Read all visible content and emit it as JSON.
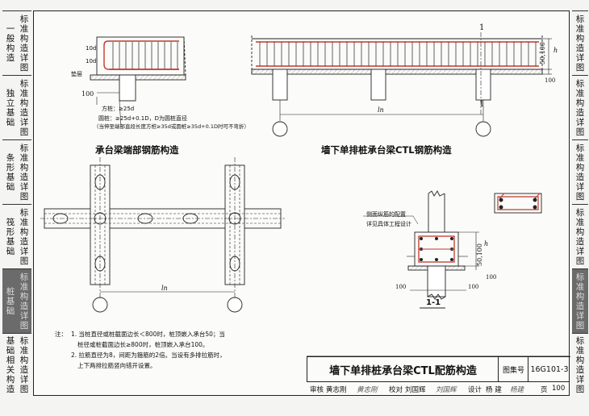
{
  "left_tabs": [
    {
      "col1": "一般构造",
      "col2": "标准构造详图",
      "active": false
    },
    {
      "col1": "独立基础",
      "col2": "标准构造详图",
      "active": false
    },
    {
      "col1": "条形基础",
      "col2": "标准构造详图",
      "active": false
    },
    {
      "col1": "筏形基础",
      "col2": "标准构造详图",
      "active": false
    },
    {
      "col1": "桩基础",
      "col2": "标准构造详图",
      "active": true
    },
    {
      "col1": "基础相关构造",
      "col2": "标准构造详图",
      "active": false
    }
  ],
  "right_tabs": [
    {
      "label": "标准构造详图",
      "active": false
    },
    {
      "label": "标准构造详图",
      "active": false
    },
    {
      "label": "标准构造详图",
      "active": false
    },
    {
      "label": "标准构造详图",
      "active": false
    },
    {
      "label": "标准构造详图",
      "active": true
    },
    {
      "label": "标准构造详图",
      "active": false
    }
  ],
  "drawing": {
    "heading_end": "承台梁端部钢筋构造",
    "heading_single": "墙下单排桩承台梁CTL钢筋构造",
    "section_label": "1-1",
    "section_mark": "1",
    "label_10d": "10d",
    "label_cushion": "垫层",
    "label_100": "100",
    "label_square_pile": "方桩：≥25d",
    "label_round_pile": "圆桩：≥25d+0.1D，D为圆桩直径",
    "label_round_pile_note": "（当伸至端部直段长度方桩≥35d或圆桩≥35d+0.1D时可不弯折）",
    "label_side_bars": "侧面纵筋的配置",
    "label_side_bars2": "详见具体工程设计",
    "label_ln": "ln",
    "label_50_100": "50,100",
    "label_h": "h"
  },
  "notes": {
    "prefix": "注：",
    "line1": "1. 当桩直径或桩截面边长＜800时，桩顶嵌入承台50；当",
    "line2": "桩径或桩截面边长≥800时，桩顶嵌入承台100。",
    "line3": "2. 拉筋直径为8，间距为箍筋的2倍。当设有多排拉筋时，",
    "line4": "上下两排拉筋竖向错开设置。"
  },
  "title_block": {
    "title": "墙下单排桩承台梁CTL配筋构造",
    "set_label": "图集号",
    "set_number": "16G101-3",
    "review_label": "审核",
    "reviewer": "黄志刚",
    "reviewer_sig": "黄志刚",
    "check_label": "校对",
    "checker": "刘国辉",
    "checker_sig": "刘国辉",
    "design_label": "设计",
    "designer": "杨 建",
    "designer_sig": "杨建",
    "page_label": "页",
    "page_number": "100"
  },
  "colors": {
    "rebar": "#c0392b",
    "line": "#222222",
    "active_tab": "#6b6b6b"
  }
}
